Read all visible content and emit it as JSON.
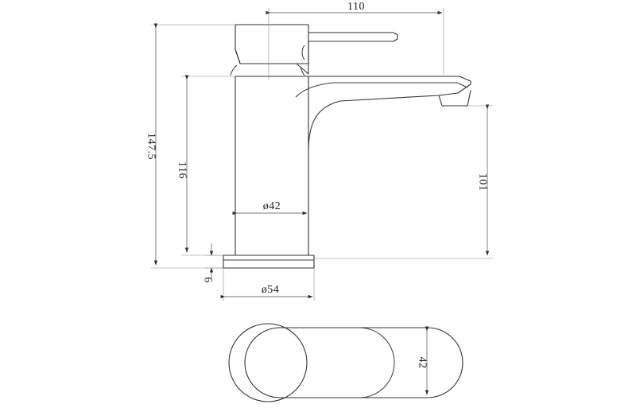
{
  "drawing": {
    "type": "technical-dimension-drawing",
    "subject": "basin mixer tap",
    "units": "mm",
    "views": [
      {
        "name": "front-elevation",
        "label": ""
      },
      {
        "name": "top-plan",
        "label": ""
      }
    ],
    "dimensions": {
      "spout_reach": {
        "id": "dim-110",
        "value": "110",
        "orientation": "horizontal",
        "view": "front-elevation"
      },
      "overall_height": {
        "id": "dim-147-5",
        "value": "147.5",
        "orientation": "vertical",
        "view": "front-elevation"
      },
      "body_height": {
        "id": "dim-116",
        "value": "116",
        "orientation": "vertical",
        "view": "front-elevation"
      },
      "spout_height": {
        "id": "dim-101",
        "value": "101",
        "orientation": "vertical",
        "view": "front-elevation"
      },
      "body_diameter": {
        "id": "dim-d42",
        "value": "ø42",
        "orientation": "horizontal",
        "view": "front-elevation"
      },
      "base_diameter": {
        "id": "dim-d54",
        "value": "ø54",
        "orientation": "horizontal",
        "view": "front-elevation"
      },
      "base_thickness": {
        "id": "dim-6",
        "value": "6",
        "orientation": "vertical",
        "view": "front-elevation"
      },
      "plan_width": {
        "id": "dim-42",
        "value": "42",
        "orientation": "vertical",
        "view": "top-plan"
      }
    },
    "colors": {
      "background": "#ffffff",
      "object_line": "#333333",
      "dimension_line": "#4a4a4a",
      "extension_line": "#8d8d8d",
      "text": "#1a1a1a"
    }
  }
}
